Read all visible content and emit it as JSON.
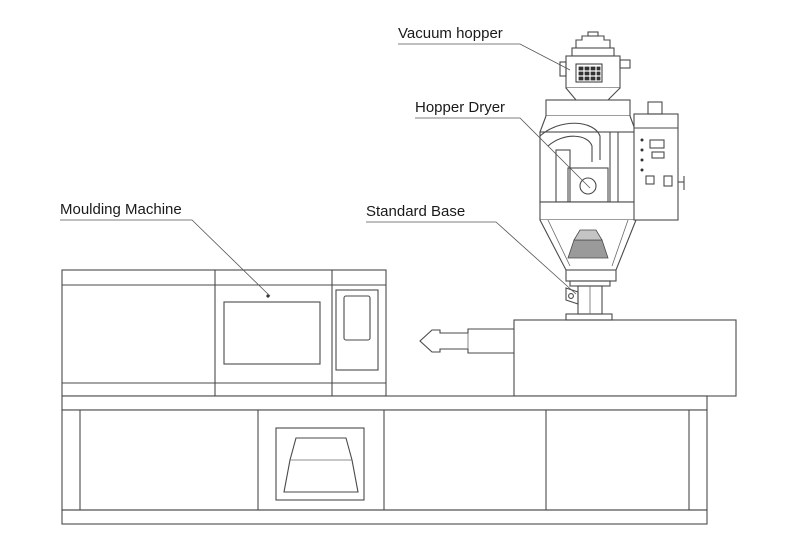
{
  "labels": {
    "vacuum_hopper": "Vacuum hopper",
    "hopper_dryer": "Hopper Dryer",
    "moulding_machine": "Moulding Machine",
    "standard_base": "Standard Base"
  }
}
